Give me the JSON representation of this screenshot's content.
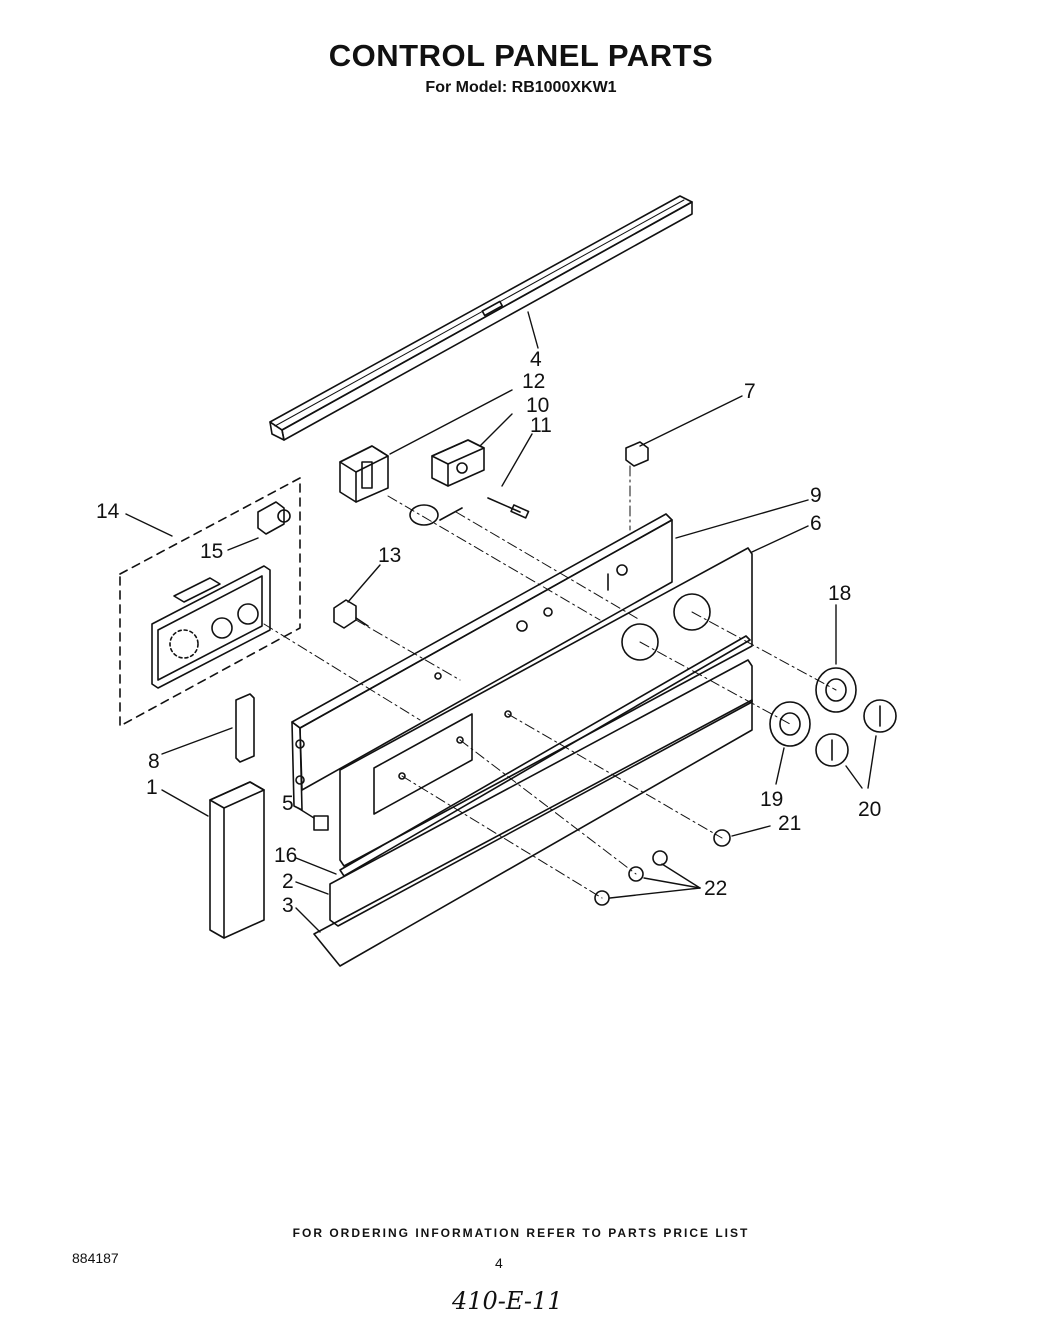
{
  "title": "CONTROL PANEL PARTS",
  "subtitle": "For Model: RB1000XKW1",
  "callouts": {
    "c1": "1",
    "c2": "2",
    "c3": "3",
    "c4": "4",
    "c5": "5",
    "c6": "6",
    "c7": "7",
    "c8": "8",
    "c9": "9",
    "c10": "10",
    "c11": "11",
    "c12": "12",
    "c13": "13",
    "c14": "14",
    "c15": "15",
    "c16": "16",
    "c18": "18",
    "c19": "19",
    "c20": "20",
    "c21": "21",
    "c22": "22"
  },
  "footer": {
    "ordering_note": "FOR ORDERING INFORMATION REFER TO PARTS PRICE LIST",
    "doc_number": "884187",
    "page_number": "4",
    "handwritten": "410-E-11"
  }
}
